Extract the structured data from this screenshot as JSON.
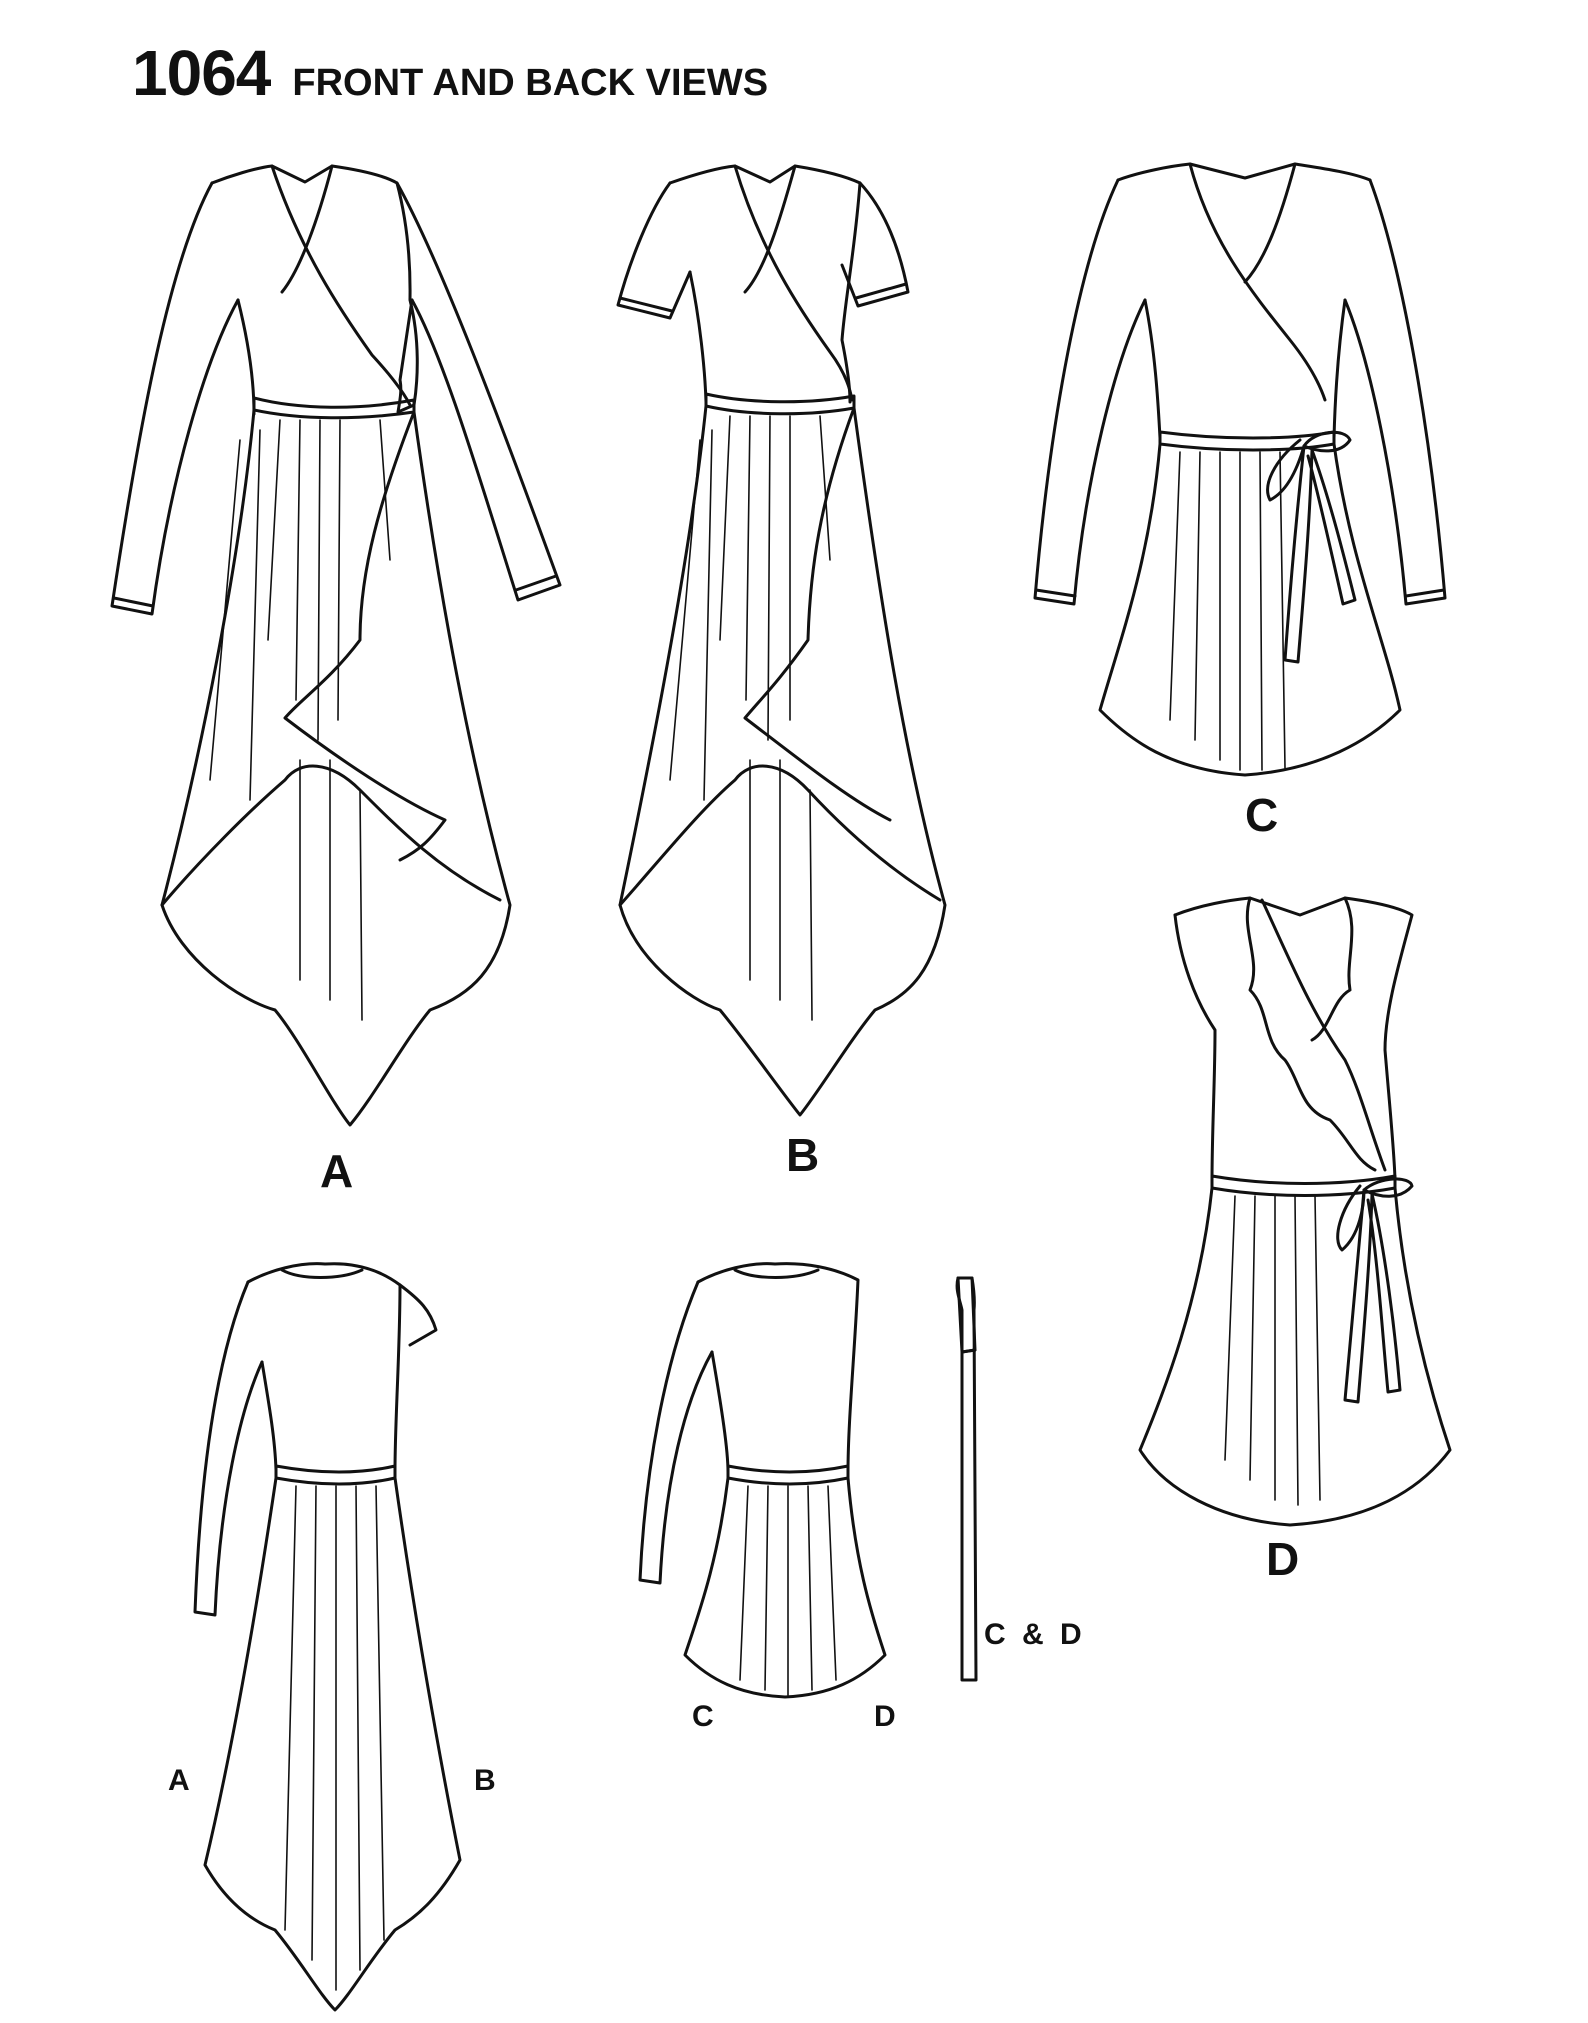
{
  "header": {
    "pattern_number": "1064",
    "title": "FRONT AND BACK VIEWS"
  },
  "front_views": {
    "view_a": {
      "label": "A"
    },
    "view_b": {
      "label": "B"
    },
    "view_c": {
      "label": "C"
    },
    "view_d": {
      "label": "D"
    }
  },
  "back_views": {
    "long_back": {
      "left_label": "A",
      "right_label": "B"
    },
    "short_back": {
      "left_label": "C",
      "right_label": "D"
    },
    "tie_belt": {
      "label": "C & D"
    }
  }
}
